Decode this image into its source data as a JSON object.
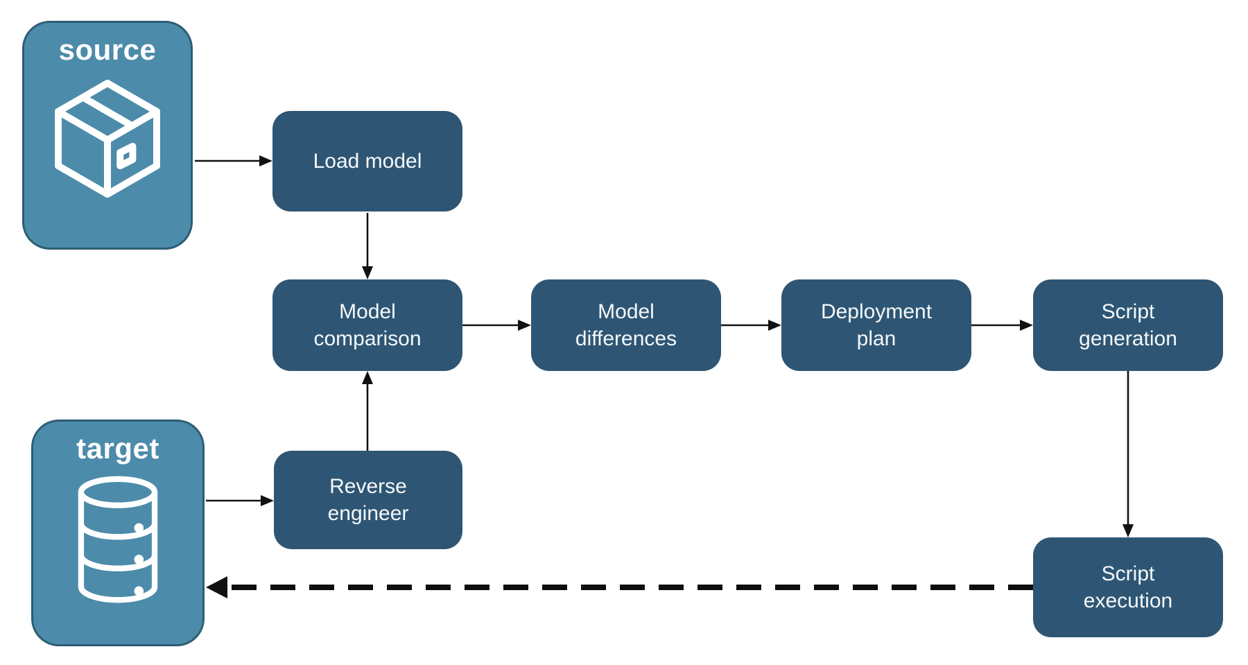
{
  "diagram": {
    "background": "#FFFFFF",
    "colors": {
      "process_fill": "#2E5674",
      "endpoint_fill": "#4C8BAA",
      "endpoint_border": "#2C5D74",
      "label_text": "#FFFFFF",
      "arrow": "#111111"
    },
    "endpoints": {
      "source": {
        "label": "source",
        "icon": "package-icon"
      },
      "target": {
        "label": "target",
        "icon": "database-icon"
      }
    },
    "nodes": {
      "load_model": {
        "label": "Load model"
      },
      "model_comparison": {
        "label": "Model comparison"
      },
      "model_differences": {
        "label": "Model differences"
      },
      "deployment_plan": {
        "label": "Deployment plan"
      },
      "script_generation": {
        "label": "Script generation"
      },
      "reverse_engineer": {
        "label": "Reverse engineer"
      },
      "script_execution": {
        "label": "Script execution"
      }
    },
    "edges": [
      {
        "from": "source",
        "to": "load_model",
        "style": "solid"
      },
      {
        "from": "load_model",
        "to": "model_comparison",
        "style": "solid"
      },
      {
        "from": "model_comparison",
        "to": "model_differences",
        "style": "solid"
      },
      {
        "from": "model_differences",
        "to": "deployment_plan",
        "style": "solid"
      },
      {
        "from": "deployment_plan",
        "to": "script_generation",
        "style": "solid"
      },
      {
        "from": "script_generation",
        "to": "script_execution",
        "style": "solid"
      },
      {
        "from": "target",
        "to": "reverse_engineer",
        "style": "solid"
      },
      {
        "from": "reverse_engineer",
        "to": "model_comparison",
        "style": "solid"
      },
      {
        "from": "script_execution",
        "to": "target",
        "style": "dashed"
      }
    ]
  }
}
